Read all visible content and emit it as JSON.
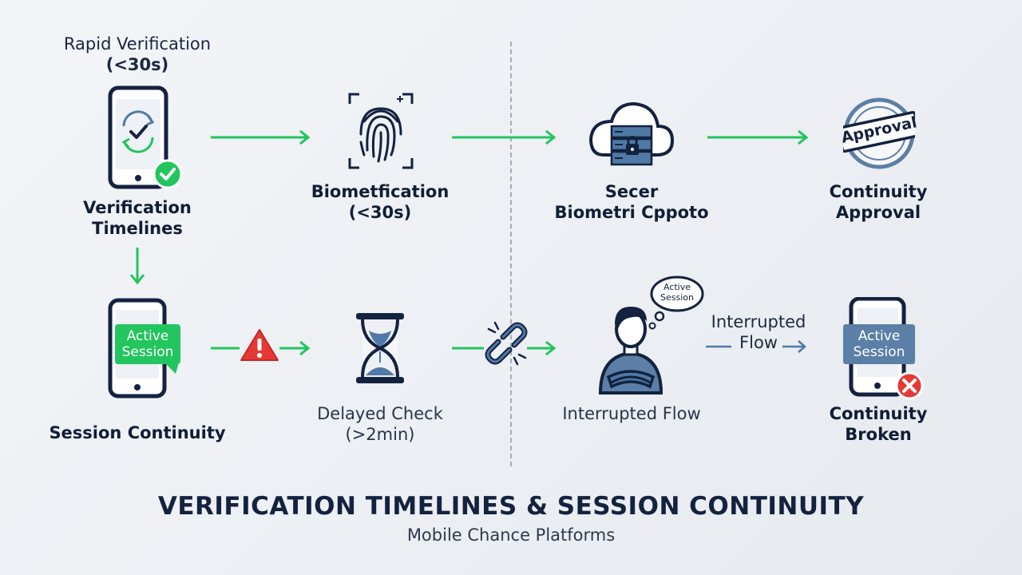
{
  "header": {
    "rapid_label": "Rapid Verification",
    "rapid_time": "(<30s)"
  },
  "top_row": {
    "step1_line1": "Verification",
    "step1_line2": "Timelines",
    "step2_line1": "Biometfication",
    "step2_line2": "(<30s)",
    "step3_line1": "Secer",
    "step3_line2": "Biometri Cppoto",
    "step4_line1": "Continuity",
    "step4_line2": "Approval",
    "stamp_text": "Approval"
  },
  "bottom_row": {
    "phone_bubble_line1": "Active",
    "phone_bubble_line2": "Session",
    "step1_label": "Session Continuity",
    "step2_line1": "Delayed Check",
    "step2_line2": "(>2min)",
    "thought_line1": "Active",
    "thought_line2": "Session",
    "step3_label": "Interrupted Flow",
    "flow_label_line1": "Interrupted",
    "flow_label_line2": "Flow",
    "broken_bubble_line1": "Active",
    "broken_bubble_line2": "Session",
    "step4_line1": "Continuity",
    "step4_line2": "Broken"
  },
  "footer": {
    "title": "VERIFICATION TIMELINES & SESSION CONTINUITY",
    "subtitle": "Mobile Chance Platforms"
  },
  "colors": {
    "navy": "#13223f",
    "green": "#22c55e",
    "blue_accent": "#4f79a6",
    "red": "#e53935",
    "steel": "#5b7fa6"
  }
}
